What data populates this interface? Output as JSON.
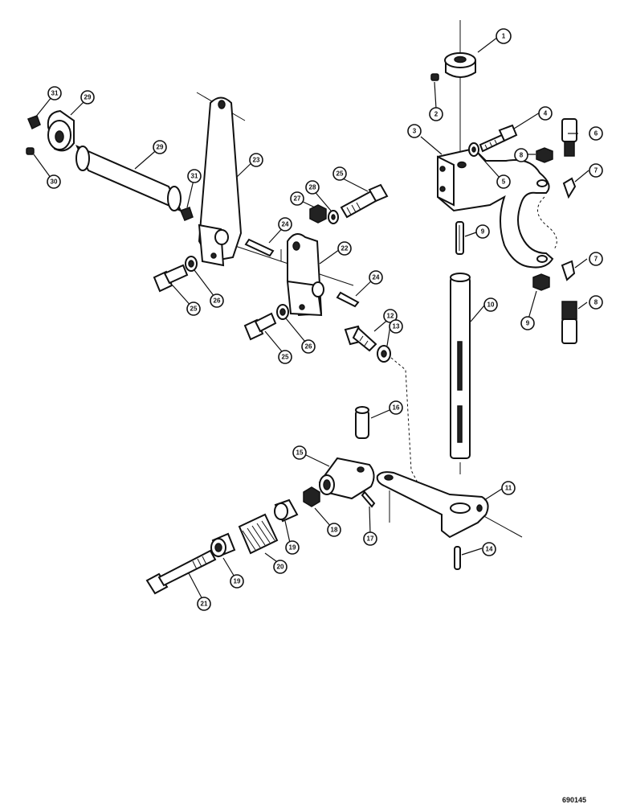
{
  "figure_code": "690145",
  "callouts": [
    "1",
    "2",
    "3",
    "4",
    "5",
    "6",
    "7",
    "8",
    "9",
    "10",
    "11",
    "12",
    "13",
    "14",
    "15",
    "16",
    "17",
    "18",
    "19",
    "20",
    "21",
    "22",
    "23",
    "24",
    "25",
    "26",
    "27",
    "28",
    "29",
    "30",
    "31"
  ],
  "parts": [
    "collar",
    "set-screw",
    "yoke-bracket",
    "cap-screw",
    "washer",
    "grease-cup",
    "grease-fitting",
    "nut",
    "pin",
    "vertical-shaft",
    "crank-arm",
    "bolt",
    "washer",
    "pin",
    "clevis",
    "clevis-pin",
    "cotter-pin",
    "nut",
    "spring-seat",
    "spring",
    "bolt",
    "lever",
    "lever",
    "key",
    "cap-screw",
    "lock-washer",
    "nut",
    "washer",
    "collar",
    "set-screw",
    "grease-fitting"
  ]
}
